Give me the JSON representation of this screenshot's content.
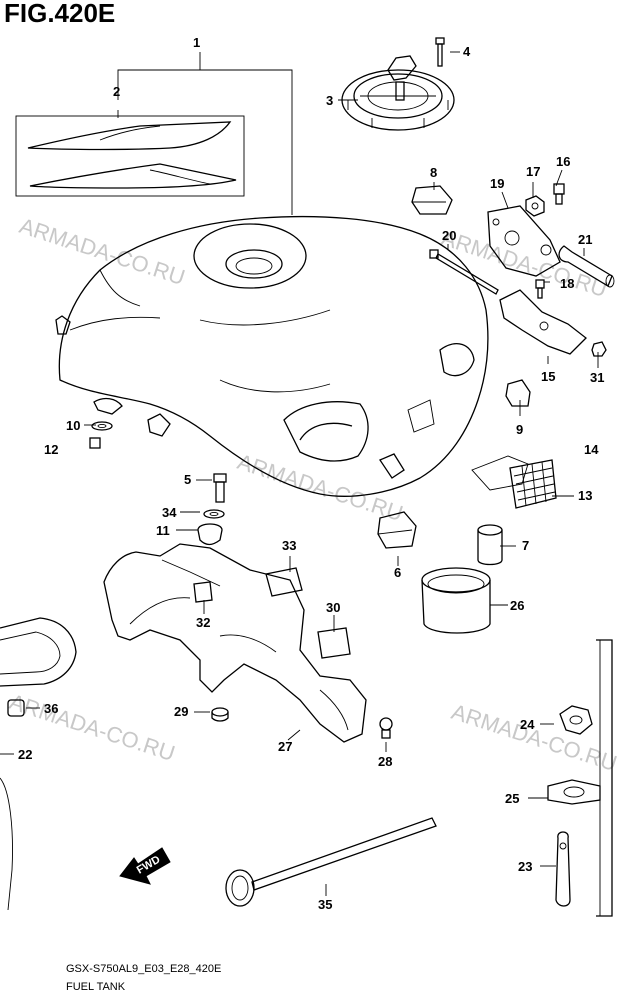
{
  "figure": {
    "title": "FIG.420E",
    "model_code": "GSX-S750AL9_E03_E28_420E",
    "caption": "FUEL TANK"
  },
  "watermark": {
    "text": "ARMADA-CO.RU"
  },
  "fwd_label": "FWD",
  "callouts": [
    "1",
    "2",
    "3",
    "4",
    "5",
    "6",
    "7",
    "8",
    "9",
    "10",
    "11",
    "12",
    "13",
    "14",
    "15",
    "16",
    "17",
    "18",
    "19",
    "20",
    "21",
    "22",
    "23",
    "24",
    "25",
    "26",
    "27",
    "28",
    "29",
    "30",
    "31",
    "32",
    "33",
    "34",
    "35",
    "36"
  ],
  "colors": {
    "line": "#000000",
    "watermark": "#c8c8c8",
    "background": "#ffffff"
  }
}
